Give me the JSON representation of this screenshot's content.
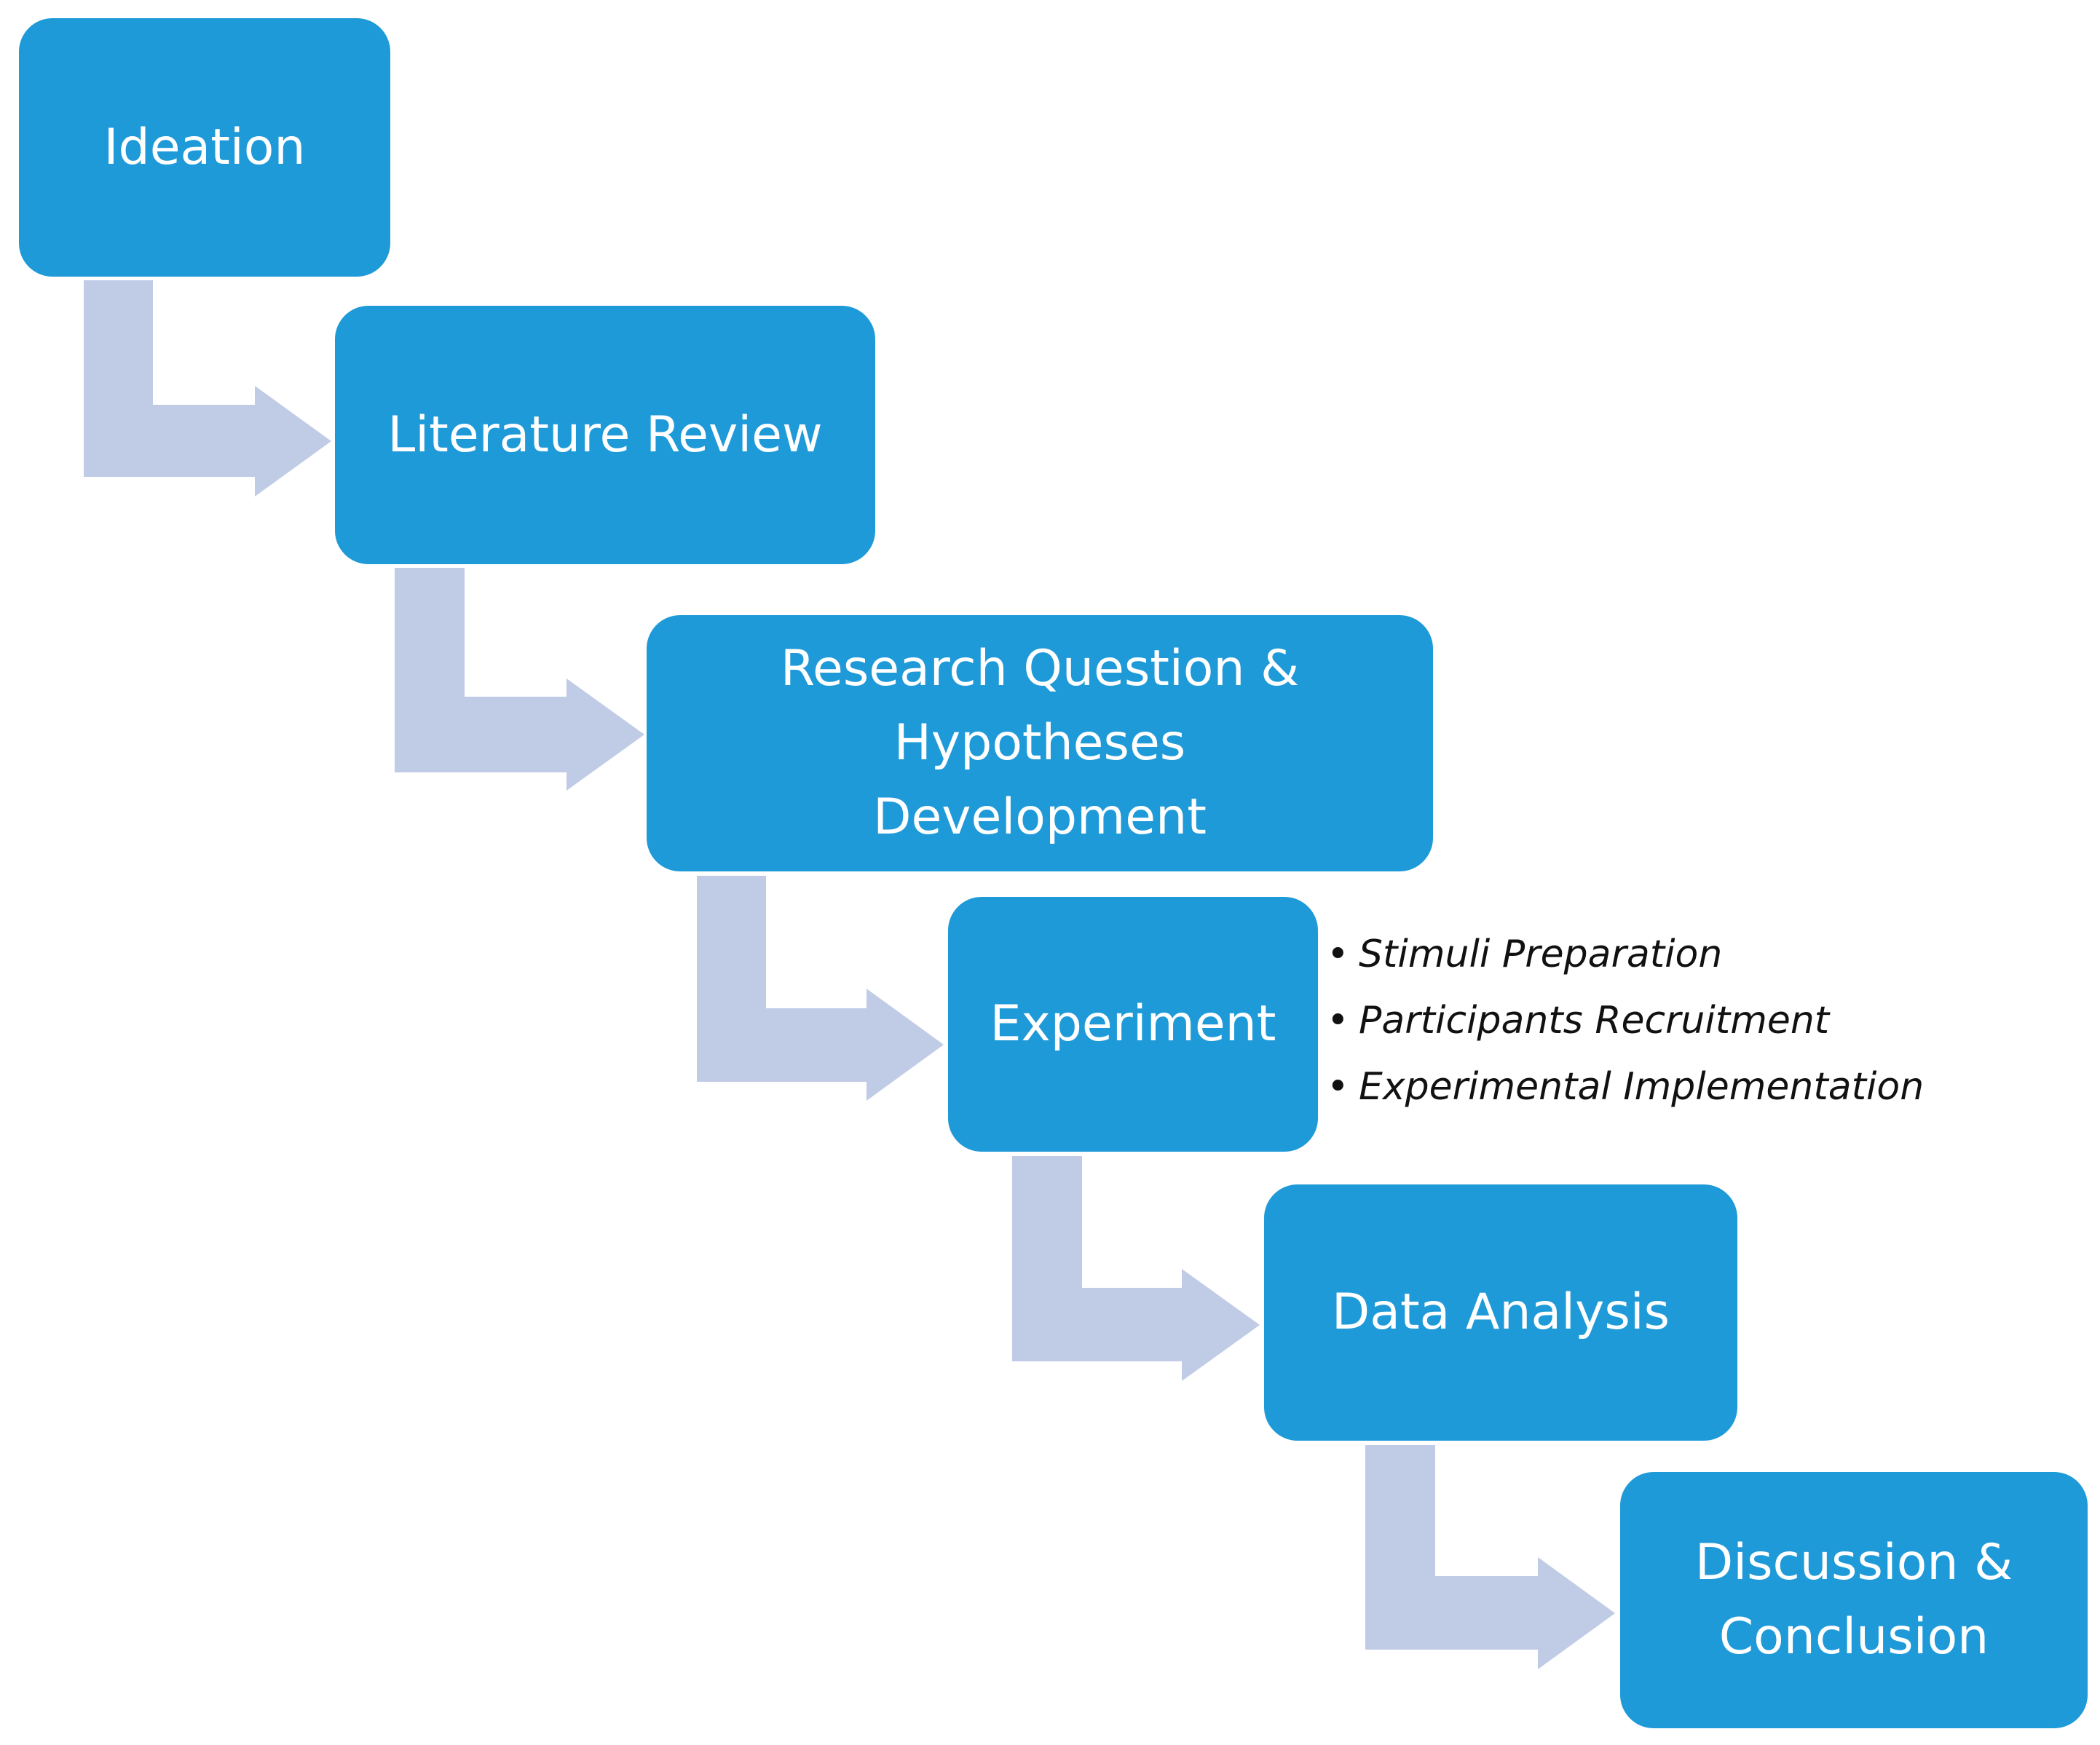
{
  "diagram": {
    "steps": [
      {
        "label": "Ideation"
      },
      {
        "label": "Literature Review"
      },
      {
        "label": "Research Question & Hypotheses Development"
      },
      {
        "label": "Experiment"
      },
      {
        "label": "Data Analysis"
      },
      {
        "label": "Discussion & Conclusion"
      }
    ],
    "experiment_substeps": [
      "Stimuli Preparation",
      "Participants Recruitment",
      "Experimental Implementation"
    ],
    "colors": {
      "box_fill": "#1e9ad8",
      "box_text": "#ffffff",
      "arrow_fill": "#c0cbe6",
      "substep_text": "#111111"
    }
  }
}
